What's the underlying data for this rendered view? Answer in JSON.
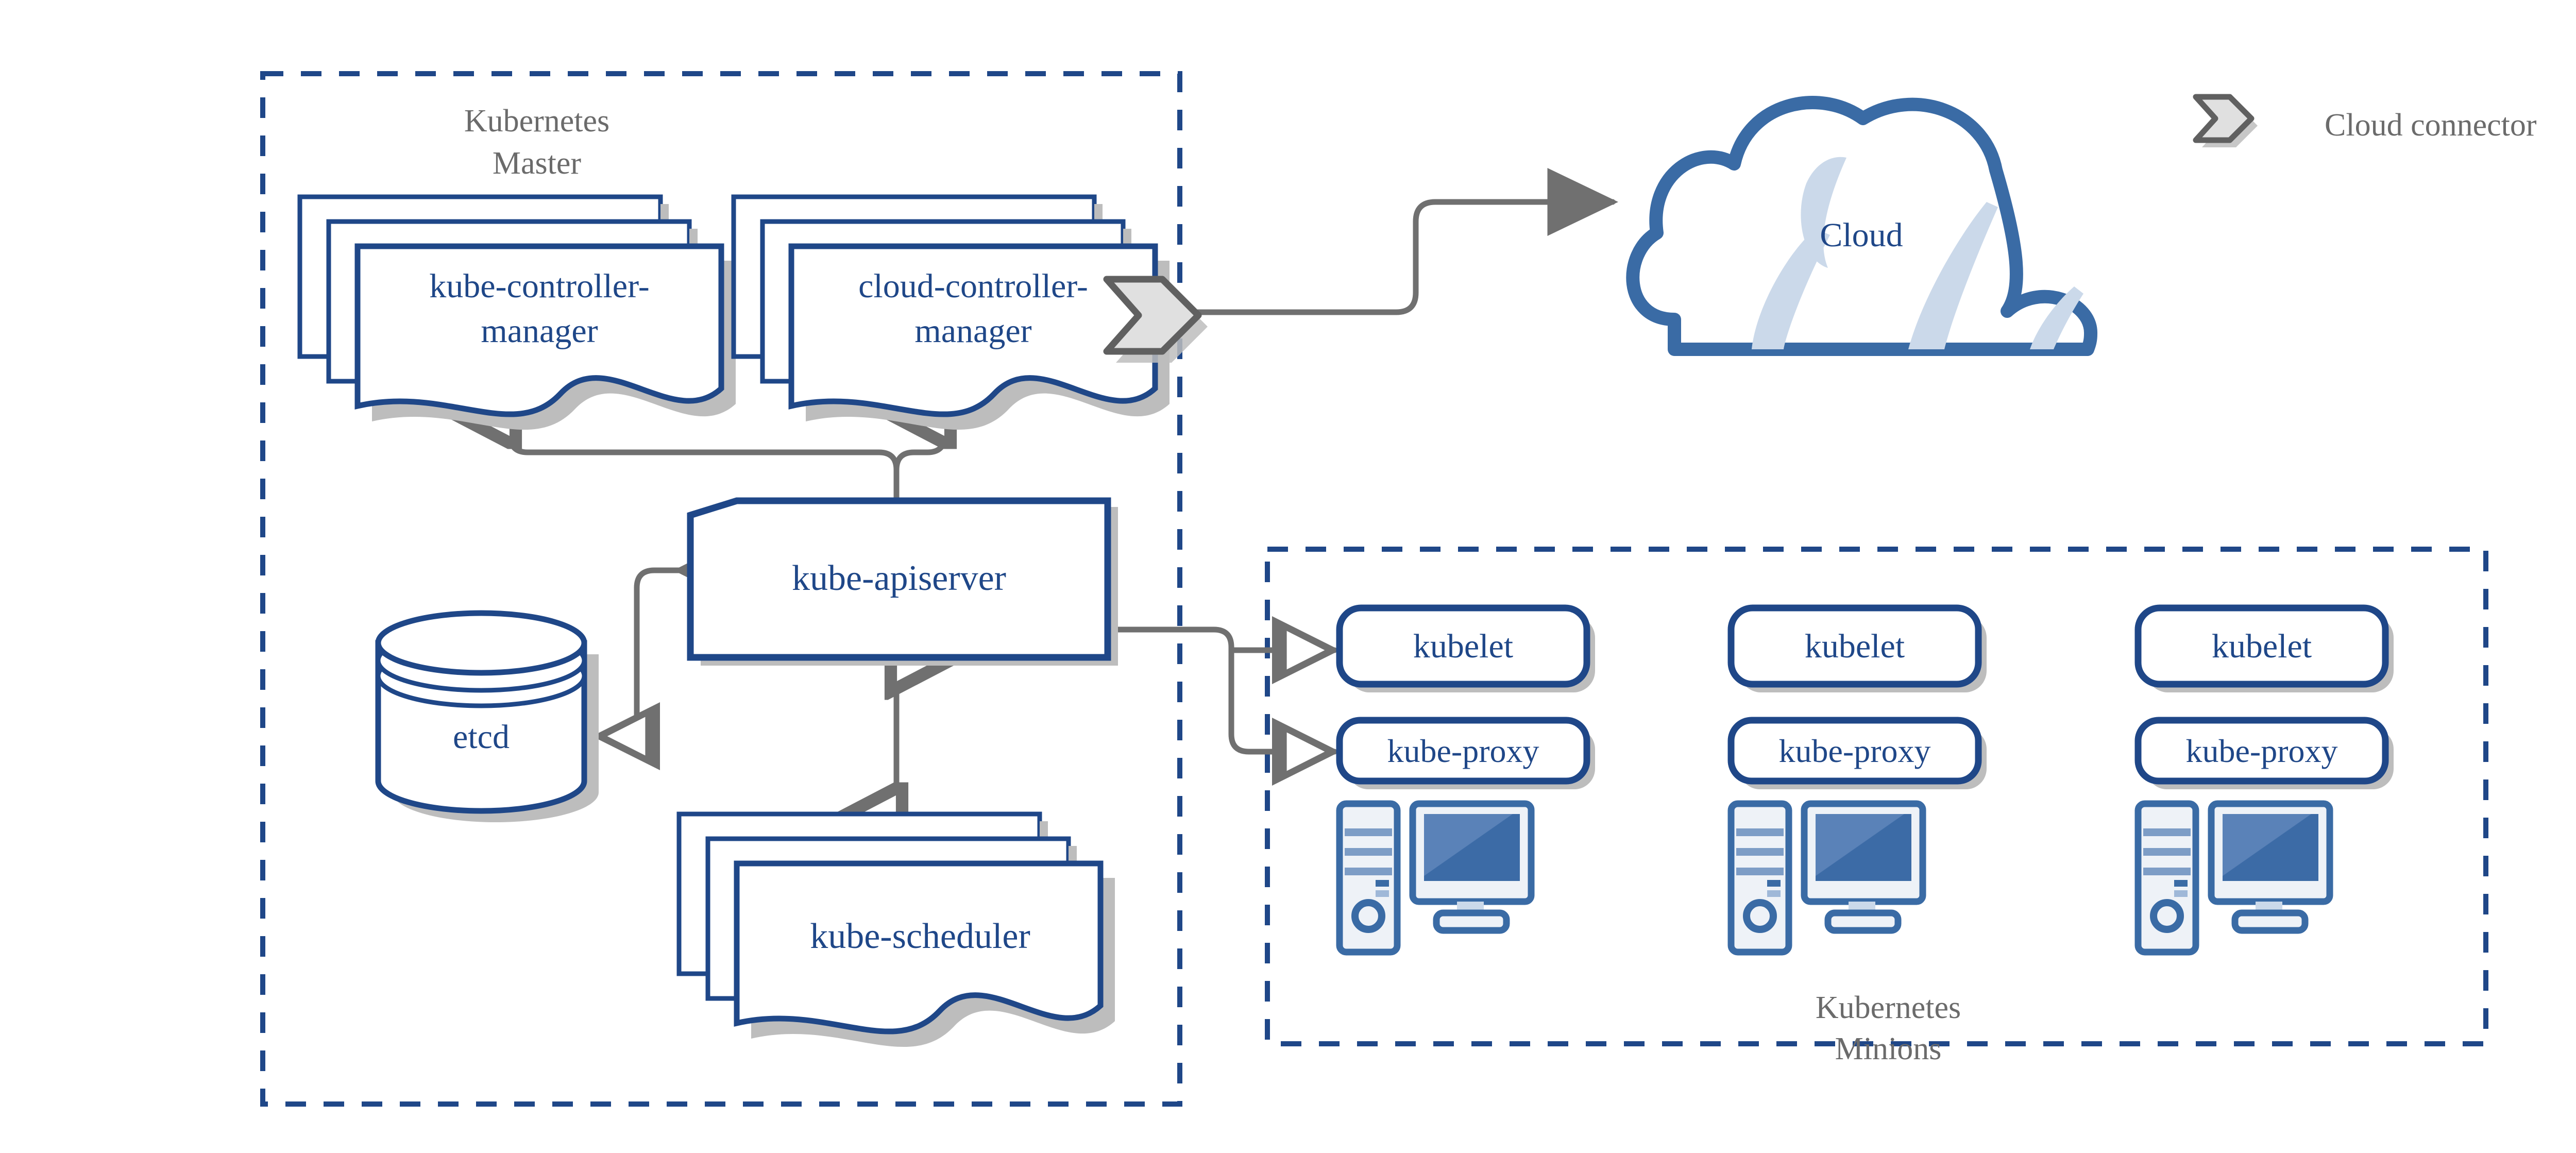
{
  "diagram": {
    "title_hidden": "",
    "colors": {
      "brand_navy": "#1F4788",
      "cloud_blue": "#3A6BA5",
      "accent_light_blue": "#CBD9EA",
      "panel_light": "#EEF2F7",
      "connector_gray": "#707070",
      "connector_fill": "#E0E0E0",
      "shadow_gray": "#BDBDBD",
      "label_gray": "#6B6B6B",
      "dashed_blue": "#1F4788",
      "white": "#FFFFFF"
    }
  },
  "master_group": {
    "label_line1": "Kubernetes",
    "label_line2": "Master",
    "nodes": {
      "kube_controller_manager": {
        "line1": "kube-controller-",
        "line2": "manager"
      },
      "cloud_controller_manager": {
        "line1": "cloud-controller-",
        "line2": "manager"
      },
      "kube_apiserver": {
        "label": "kube-apiserver"
      },
      "etcd": {
        "label": "etcd"
      },
      "kube_scheduler": {
        "label": "kube-scheduler"
      }
    }
  },
  "cloud": {
    "label": "Cloud"
  },
  "legend": {
    "label": "Cloud connector"
  },
  "minions_group": {
    "label_line1": "Kubernetes",
    "label_line2": "Minions",
    "nodes": [
      {
        "kubelet": "kubelet",
        "kube_proxy": "kube-proxy",
        "machine": "computer-icon"
      },
      {
        "kubelet": "kubelet",
        "kube_proxy": "kube-proxy",
        "machine": "computer-icon"
      },
      {
        "kubelet": "kubelet",
        "kube_proxy": "kube-proxy",
        "machine": "computer-icon"
      }
    ]
  },
  "connections": [
    {
      "from": "cloud-controller-manager",
      "to": "cloud",
      "style": "arrow-right"
    },
    {
      "from": "kube-apiserver",
      "to": "kube-controller-manager",
      "style": "arrow-up"
    },
    {
      "from": "kube-apiserver",
      "to": "cloud-controller-manager",
      "style": "arrow-up"
    },
    {
      "from": "kube-apiserver",
      "to": "etcd",
      "style": "bidirectional"
    },
    {
      "from": "kube-apiserver",
      "to": "kube-scheduler",
      "style": "bidirectional"
    },
    {
      "from": "kube-apiserver",
      "to": "kubelet",
      "style": "bidirectional"
    },
    {
      "from": "kube-apiserver",
      "to": "kube-proxy",
      "style": "bidirectional"
    }
  ]
}
